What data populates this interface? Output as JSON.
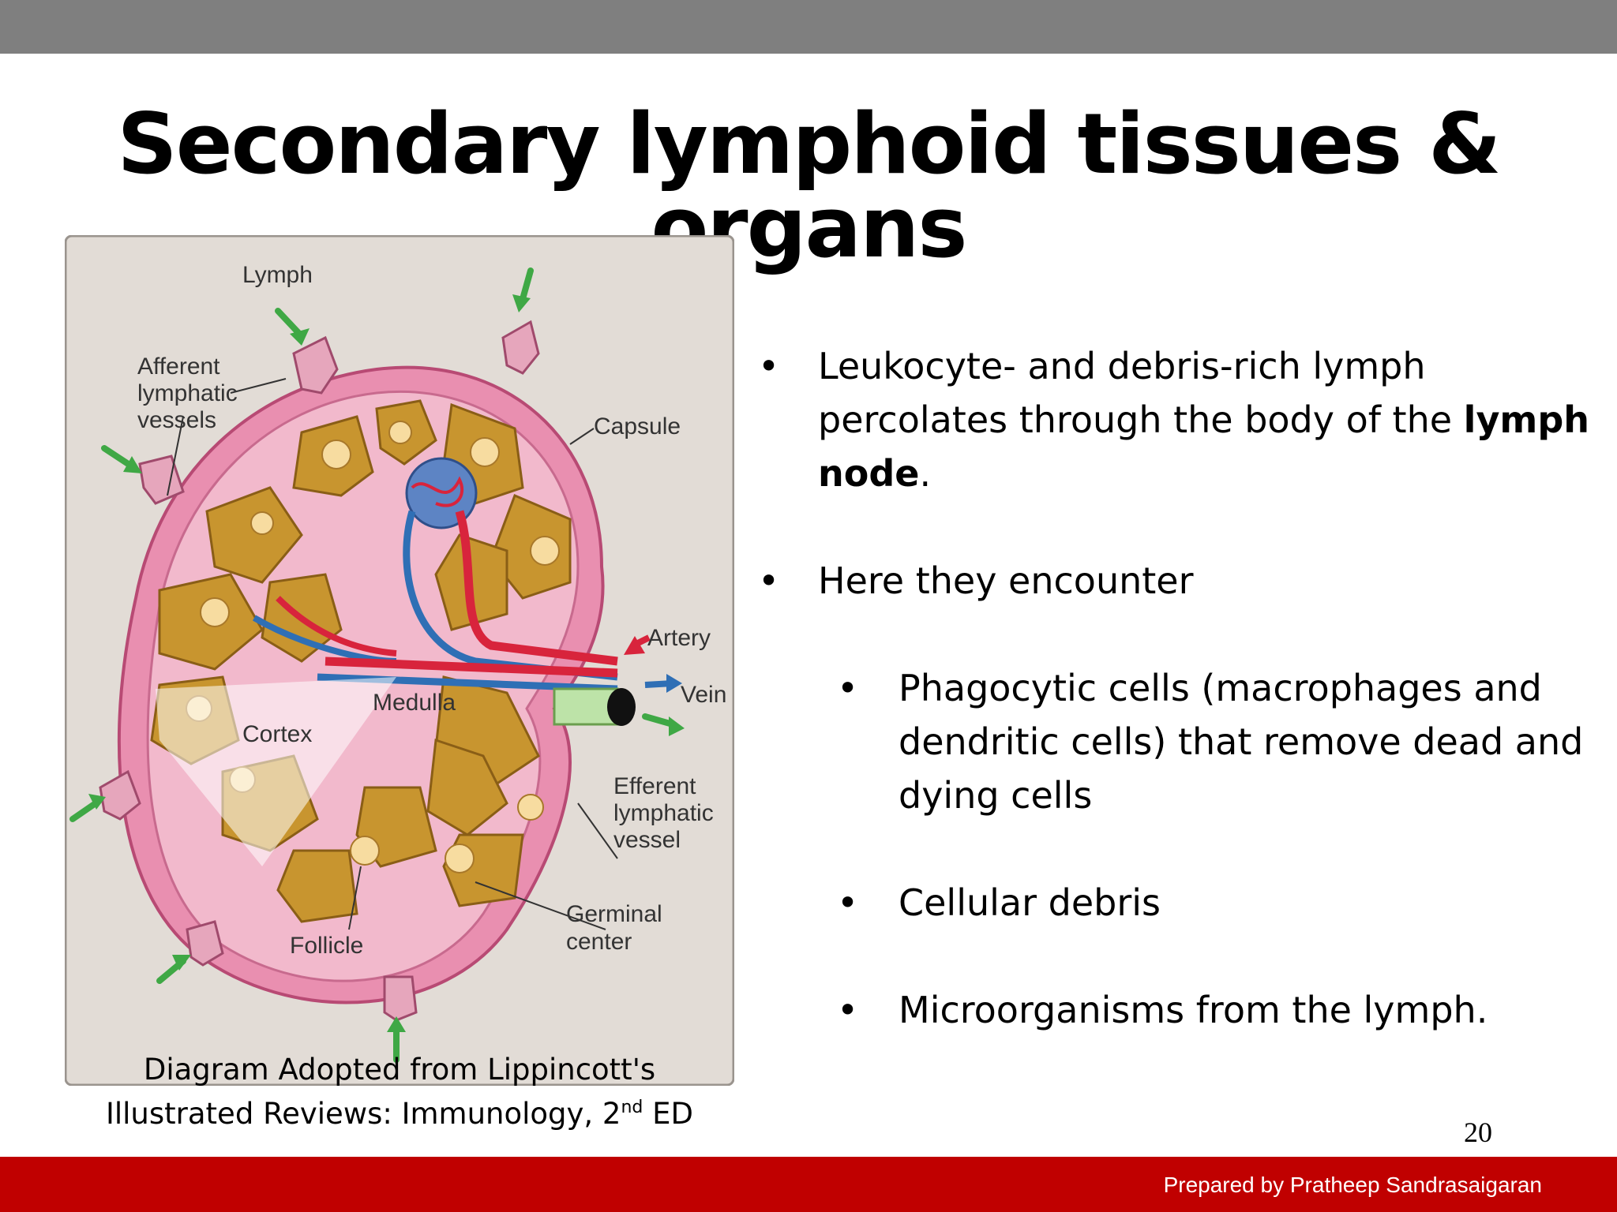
{
  "slide": {
    "title": "Secondary lymphoid tissues & organs",
    "page_number": "20",
    "footer": "Prepared by Pratheep Sandrasaigaran"
  },
  "figure": {
    "labels": {
      "lymph": "Lymph",
      "afferent": [
        "Afferent",
        "lymphatic",
        "vessels"
      ],
      "capsule": "Capsule",
      "artery": "Artery",
      "vein": "Vein",
      "medulla": "Medulla",
      "cortex": "Cortex",
      "efferent": [
        "Efferent",
        "lymphatic",
        "vessel"
      ],
      "germinal": [
        "Germinal",
        "center"
      ],
      "follicle": "Follicle"
    },
    "caption_line1": "Diagram Adopted from Lippincott's",
    "caption_line2_prefix": "Illustrated Reviews: Immunology, 2",
    "caption_sup": "nd",
    "caption_line2_suffix": " ED"
  },
  "bullets": {
    "b1_text": "Leukocyte- and debris-rich lymph percolates through the body of the ",
    "b1_bold": "lymph node",
    "b1_end": ".",
    "b2_text": "Here they encounter",
    "sub": [
      "Phagocytic cells (macrophages and dendritic cells) that remove dead and dying cells",
      "Cellular debris",
      "Microorganisms from the lymph."
    ],
    "bullet_char": "•"
  },
  "colors": {
    "top_bar": "#7f7f7f",
    "footer_bar": "#c00000",
    "node_pink": "#e98fb0",
    "follicle_gold": "#c8952f",
    "artery_red": "#d8243c",
    "vein_blue": "#2f6fb5",
    "arrow_green": "#3fa845"
  }
}
